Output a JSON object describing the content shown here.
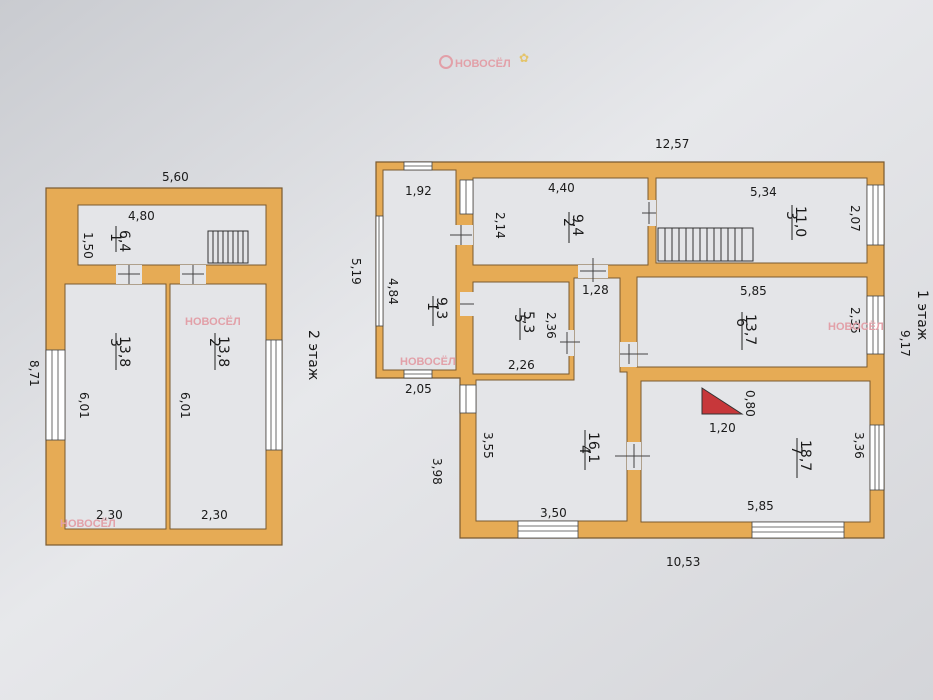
{
  "floor2": {
    "label": "2 этаж",
    "overall_width": "5,60",
    "overall_depth": "8,71",
    "rooms": [
      {
        "num": "1",
        "area": "6,4",
        "dims": [
          "4,80",
          "1,50"
        ]
      },
      {
        "num": "3",
        "area": "13,8",
        "dims": [
          "6,01",
          "2,30"
        ]
      },
      {
        "num": "2",
        "area": "13,8",
        "dims": [
          "6,01",
          "2,30"
        ]
      }
    ]
  },
  "floor1": {
    "label_partial": "1 этаж",
    "overall_width_top": "12,57",
    "overall_width_bottom": "10,53",
    "overall_height_right": "9,17",
    "height_left_upper": "5,19",
    "height_left_lower": "3,98",
    "rooms": [
      {
        "num": "1",
        "area": "9,3",
        "dims": [
          "1,92",
          "4,84",
          "2,05"
        ]
      },
      {
        "num": "2",
        "area": "9,4",
        "dims": [
          "4,40",
          "2,14"
        ]
      },
      {
        "num": "3",
        "area": "11,0",
        "dims": [
          "5,34",
          "2,07"
        ]
      },
      {
        "num": "5",
        "area": "5,3",
        "dims": [
          "2,36",
          "2,26",
          "1,28"
        ]
      },
      {
        "num": "6",
        "area": "13,7",
        "dims": [
          "5,85",
          "2,35"
        ]
      },
      {
        "num": "4",
        "area": "16,1",
        "dims": [
          "3,55",
          "3,50"
        ]
      },
      {
        "num": "7",
        "area": "18,7",
        "dims": [
          "5,85",
          "3,36"
        ]
      }
    ],
    "triangle_dims": [
      "0,80",
      "1,20"
    ]
  },
  "watermark": "НОВОСЁЛ",
  "colors": {
    "wall": "#e6ab55",
    "wall_edge": "#7a5a30",
    "paper": "#e4e5e8",
    "triangle": "#c7373a"
  }
}
